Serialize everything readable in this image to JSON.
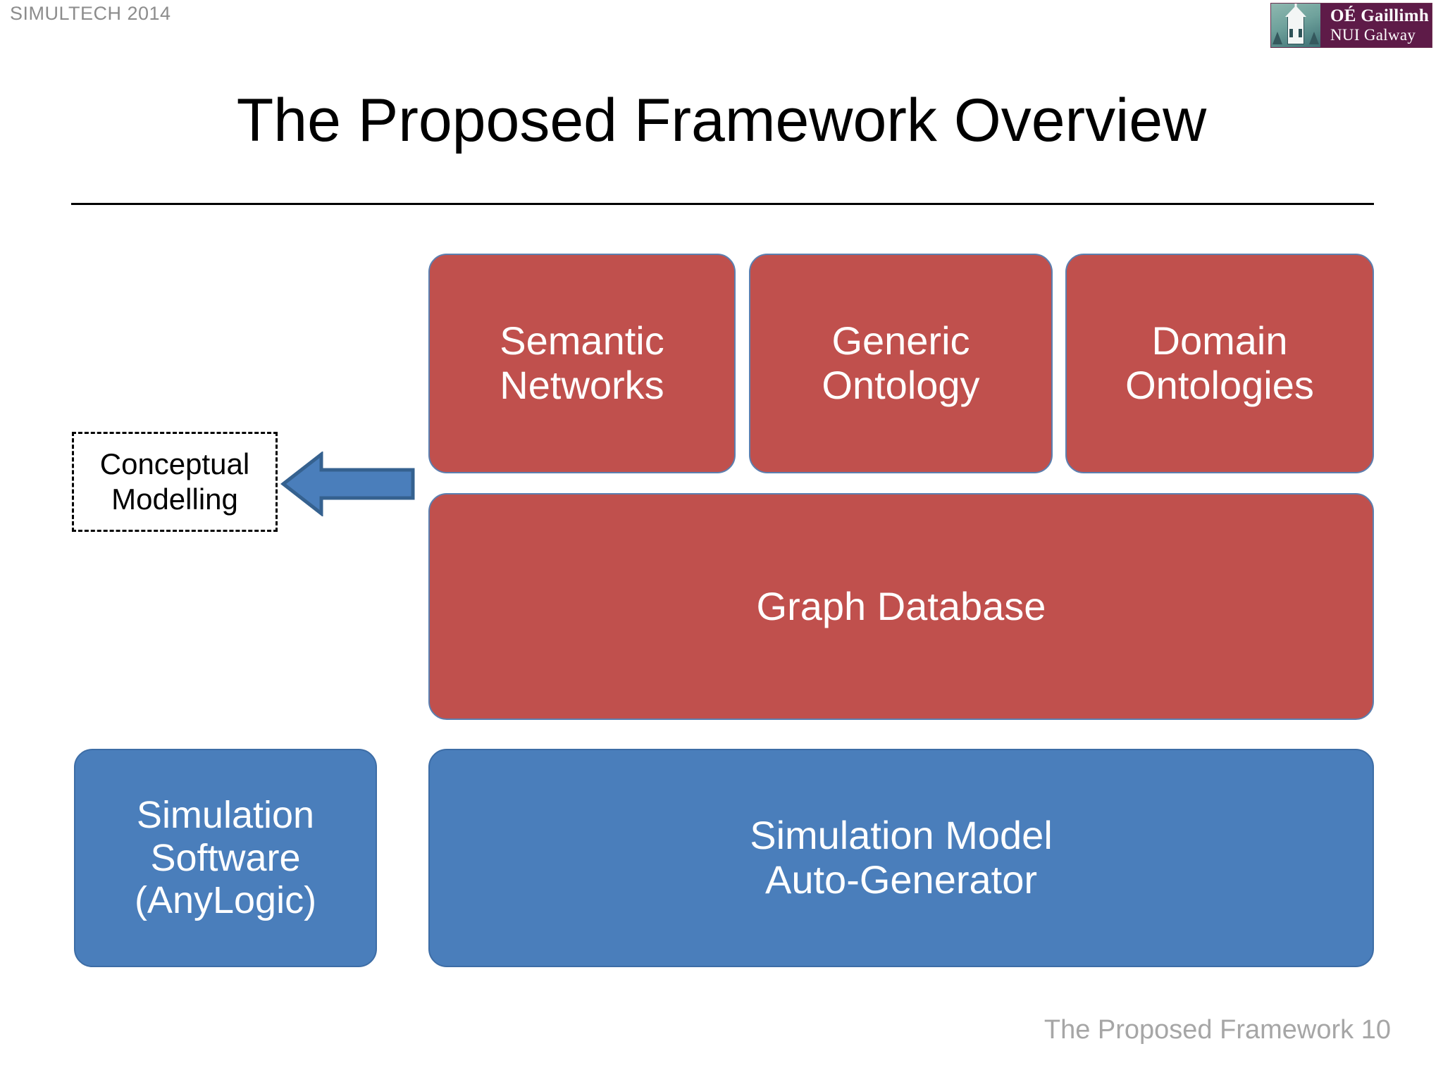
{
  "header": {
    "conference_label": "SIMULTECH 2014",
    "logo": {
      "line1": "OÉ Gaillimh",
      "line2": "NUI Galway",
      "emblem_name": "galway-tower-emblem",
      "emblem_bg": "#6fa29c",
      "text_bg": "#5e1b48"
    }
  },
  "slide": {
    "title": "The Proposed Framework Overview"
  },
  "diagram": {
    "colors": {
      "red_fill": "#c0504d",
      "red_border": "#5b7fb0",
      "blue_fill": "#4a7ebb",
      "blue_border": "#3d6da6",
      "arrow_fill": "#4a7ebb",
      "arrow_border": "#35618f",
      "dashed_border": "#000000"
    },
    "knowledge_layer": [
      {
        "label": "Semantic\nNetworks",
        "line1": "Semantic",
        "line2": "Networks"
      },
      {
        "label": "Generic\nOntology",
        "line1": "Generic",
        "line2": "Ontology"
      },
      {
        "label": "Domain\nOntologies",
        "line1": "Domain",
        "line2": "Ontologies"
      }
    ],
    "storage_layer": {
      "label": "Graph Database"
    },
    "simulation_layer": {
      "software": {
        "line1": "Simulation",
        "line2": "Software",
        "line3": "(AnyLogic)"
      },
      "generator": {
        "line1": "Simulation Model",
        "line2": "Auto-Generator"
      }
    },
    "annotation": {
      "line1": "Conceptual",
      "line2": "Modelling",
      "arrow_name": "left-arrow-icon",
      "arrow_direction": "left"
    }
  },
  "footer": {
    "section": "The Proposed Framework",
    "slide_number": "10"
  }
}
